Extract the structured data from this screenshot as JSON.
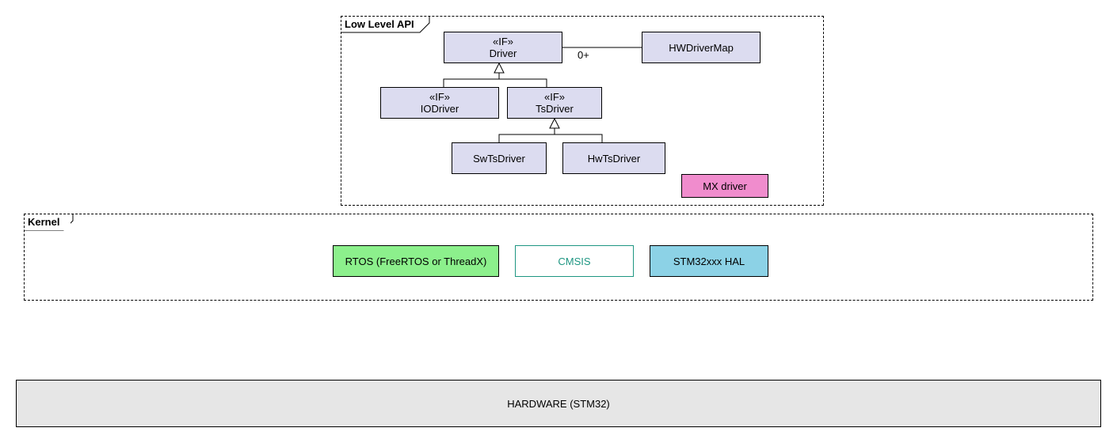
{
  "packages": {
    "low_level_api": {
      "title": "Low Level API"
    },
    "kernel": {
      "title": "Kernel"
    }
  },
  "classes": {
    "driver": {
      "stereotype": "«IF»",
      "name": "Driver"
    },
    "hw_driver_map": {
      "name": "HWDriverMap"
    },
    "io_driver": {
      "stereotype": "«IF»",
      "name": "IODriver"
    },
    "ts_driver": {
      "stereotype": "«IF»",
      "name": "TsDriver"
    },
    "sw_ts_driver": {
      "name": "SwTsDriver"
    },
    "hw_ts_driver": {
      "name": "HwTsDriver"
    },
    "mx_driver": {
      "name": "MX driver"
    }
  },
  "association": {
    "multiplicity": "0+"
  },
  "kernel_components": {
    "rtos": {
      "name": "RTOS (FreeRTOS or ThreadX)"
    },
    "cmsis": {
      "name": "CMSIS"
    },
    "hal": {
      "name": "STM32xxx HAL"
    }
  },
  "hardware": {
    "name": "HARDWARE (STM32)"
  },
  "colors": {
    "class_fill": "#dcdcf0",
    "mx_driver_fill": "#f08ccd",
    "rtos_fill": "#8cf08c",
    "cmsis_text": "#1e9682",
    "hal_fill": "#8cd2e6",
    "hardware_fill": "#e6e6e6"
  }
}
